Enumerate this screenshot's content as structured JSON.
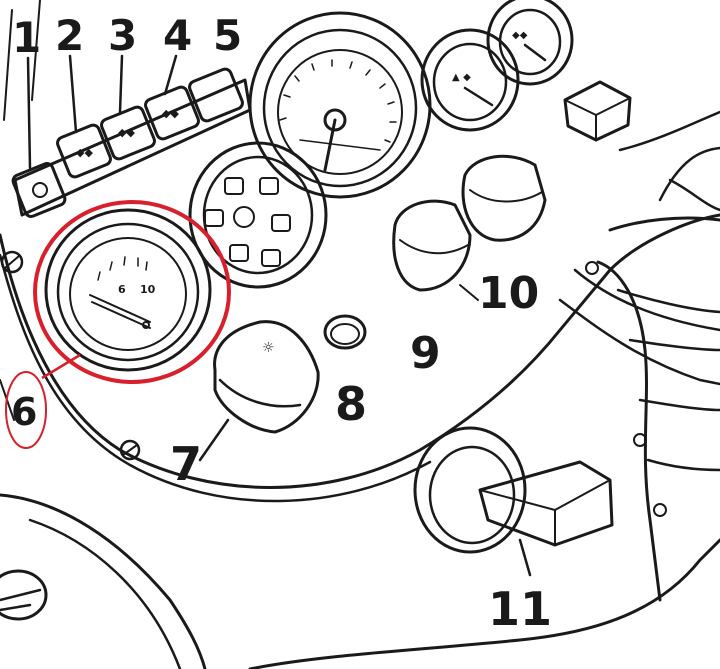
{
  "diagram": {
    "callouts": [
      {
        "key": "c1",
        "text": "1"
      },
      {
        "key": "c2",
        "text": "2"
      },
      {
        "key": "c3",
        "text": "3"
      },
      {
        "key": "c4",
        "text": "4"
      },
      {
        "key": "c5",
        "text": "5"
      },
      {
        "key": "c6",
        "text": "6"
      },
      {
        "key": "c7",
        "text": "7"
      },
      {
        "key": "c8",
        "text": "8"
      },
      {
        "key": "c9",
        "text": "9"
      },
      {
        "key": "c10",
        "text": "10"
      },
      {
        "key": "c11",
        "text": "11"
      }
    ],
    "gauge6_scale": [
      "6",
      "10"
    ],
    "highlight_color": "#d8202c",
    "ink_color": "#1a1a1a",
    "highlighted_item": "6"
  }
}
